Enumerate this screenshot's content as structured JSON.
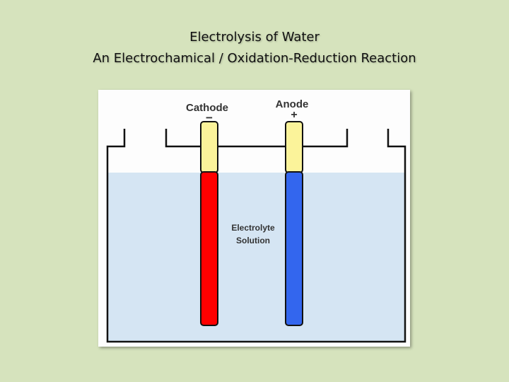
{
  "title": {
    "line1": "Electrolysis of Water",
    "line2": "An Electrochamical / Oxidation-Reduction Reaction"
  },
  "diagram": {
    "cathode": {
      "label": "Cathode",
      "sign": "−",
      "color": "#ff0000"
    },
    "anode": {
      "label": "Anode",
      "sign": "+",
      "color": "#3366ee"
    },
    "electrode_cap_color": "#fbf39a",
    "solution": {
      "line1": "Electrolyte",
      "line2": "Solution",
      "color": "#d5e5f3"
    }
  }
}
